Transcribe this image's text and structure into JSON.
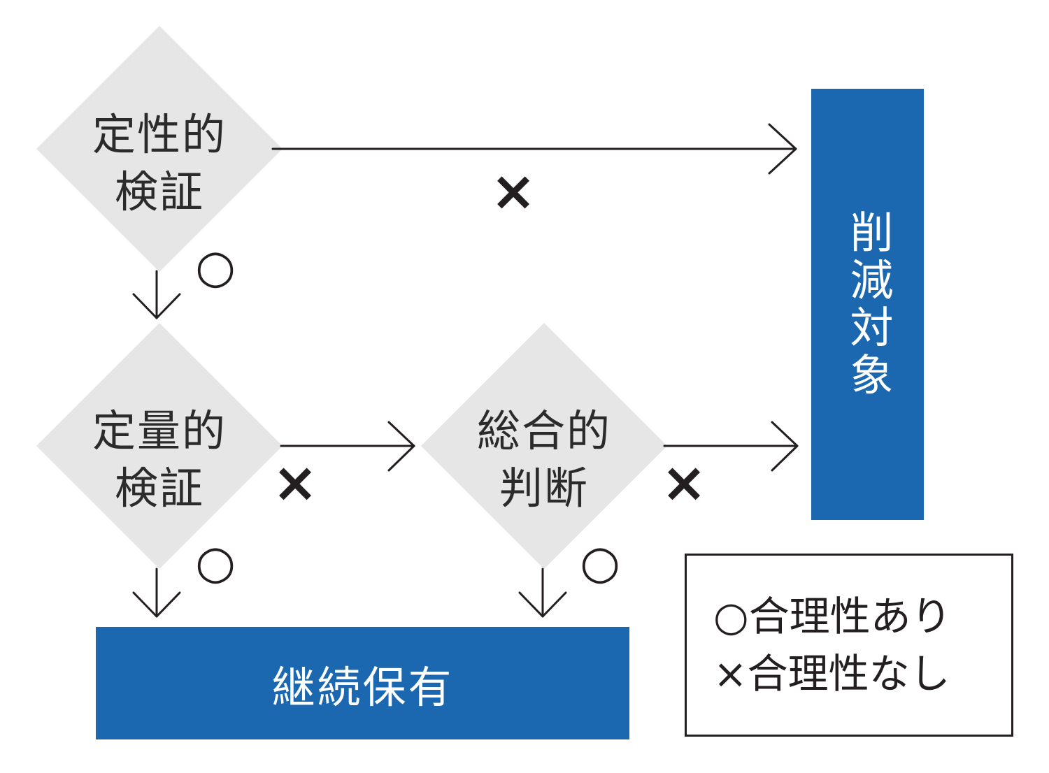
{
  "diamonds": {
    "qualitative": {
      "line1": "定性的",
      "line2": "検証"
    },
    "quantitative": {
      "line1": "定量的",
      "line2": "検証"
    },
    "comprehensive": {
      "line1": "総合的",
      "line2": "判断"
    }
  },
  "marks": {
    "yes": "○",
    "no": "×"
  },
  "outcomes": {
    "keep": "継続保有",
    "cut": "削減対象"
  },
  "legend": {
    "yes_line": "○合理性あり",
    "no_line": "×合理性なし"
  },
  "colors": {
    "diamond_fill": "#e6e6e6",
    "outcome_fill": "#1b68b0",
    "line": "#231f20"
  }
}
